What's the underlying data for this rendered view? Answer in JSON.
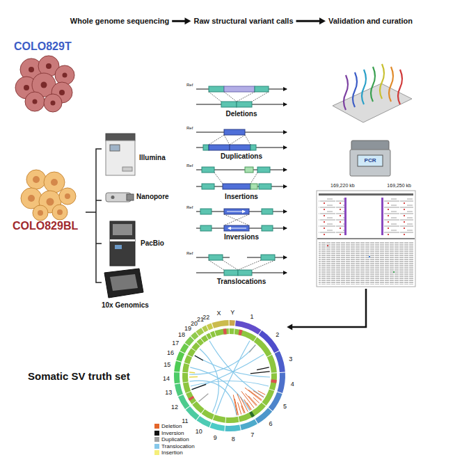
{
  "diagram": {
    "nodes": [
      {
        "text": [
          "Whole genome sequencing"
        ]
      },
      {
        "text": [
          "Raw structural variant calls"
        ]
      },
      {
        "text": [
          "Validation and curation"
        ]
      },
      {
        "text": [
          "169,220 kb",
          "169,250 kb"
        ]
      },
      {
        "text": [
          "1",
          "2",
          "3",
          "4",
          "5",
          "6",
          "7",
          "8",
          "9",
          "10",
          "11",
          "12",
          "13",
          "14",
          "15",
          "16",
          "17",
          "18",
          "19",
          "20",
          "21",
          "22",
          "X",
          "Y"
        ]
      }
    ],
    "edges": [
      {
        "from": 0,
        "to": 1,
        "arrow": "to"
      },
      {
        "from": 1,
        "to": 2,
        "arrow": "to"
      },
      {
        "from": 3,
        "to": 4,
        "arrow": "to"
      }
    ],
    "labels": [
      "COLO829T",
      "COLO829BL",
      "Illumina",
      "Nanopore",
      "PacBio",
      "10x Genomics",
      "Ref",
      "Deletions",
      "Ref",
      "Duplications",
      "Ref",
      "Insertions",
      "Ref",
      "Inversions",
      "Ref",
      "Translocations",
      "PCR",
      "Somatic SV truth set"
    ],
    "legend": [
      {
        "text": "Deletion",
        "color": "#e3652a"
      },
      {
        "text": "Inversion",
        "color": "#111111"
      },
      {
        "text": "Duplication",
        "color": "#a0a0a0"
      },
      {
        "text": "Translocation",
        "color": "#86c8ea"
      },
      {
        "text": "Insertion",
        "color": "#f5ef7a"
      }
    ]
  }
}
